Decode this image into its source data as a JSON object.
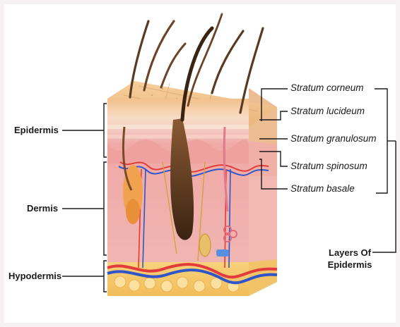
{
  "colors": {
    "background": "#f6f2f3",
    "epidermis_top": "#f2c48d",
    "epidermis_side": "#e8b27c",
    "dermis": "#f3b7b1",
    "hypodermis": "#f6c96a",
    "hair": "#5b3a22",
    "artery": "#e23b3b",
    "vein": "#2f55c9",
    "nerve": "#d2a33a",
    "line": "#1a1a1a"
  },
  "left_labels": {
    "epidermis": "Epidermis",
    "dermis": "Dermis",
    "hypodermis": "Hypodermis"
  },
  "right_labels": {
    "stratum_corneum": "Stratum corneum",
    "stratum_lucideum": "Stratum lucideum",
    "stratum_granulosum": "Stratum granulosum",
    "stratum_spinosum": "Stratum spinosum",
    "stratum_basale": "Stratum basale"
  },
  "group_label": {
    "line1": "Layers Of",
    "line2": "Epidermis"
  }
}
